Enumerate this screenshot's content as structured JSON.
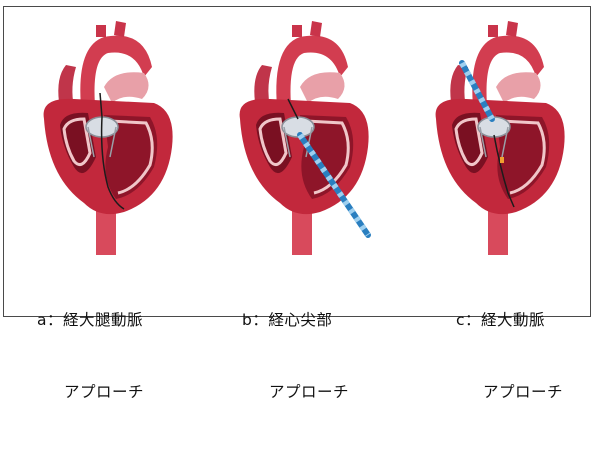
{
  "figure": {
    "panels": [
      {
        "id": "a",
        "caption_line1": "a：経大腿動脈",
        "caption_line2": "アプローチ",
        "catheter": "transfemoral"
      },
      {
        "id": "b",
        "caption_line1": "b：経心尖部",
        "caption_line2": "アプローチ",
        "catheter": "transapical"
      },
      {
        "id": "c",
        "caption_line1": "c：経大動脈",
        "caption_line2": "アプローチ",
        "catheter": "transaortic"
      }
    ],
    "colors": {
      "myocardium": "#c2283c",
      "chamber": "#7a1022",
      "aorta": "#d23d50",
      "pulmonary": "#e8a0a8",
      "inner_wall": "#f0c6c9",
      "valve_metal": "#d8dde4",
      "catheter_blue": "#2a7fc0",
      "caption_text": "#111111",
      "frame_border": "#4a4a4a"
    }
  }
}
